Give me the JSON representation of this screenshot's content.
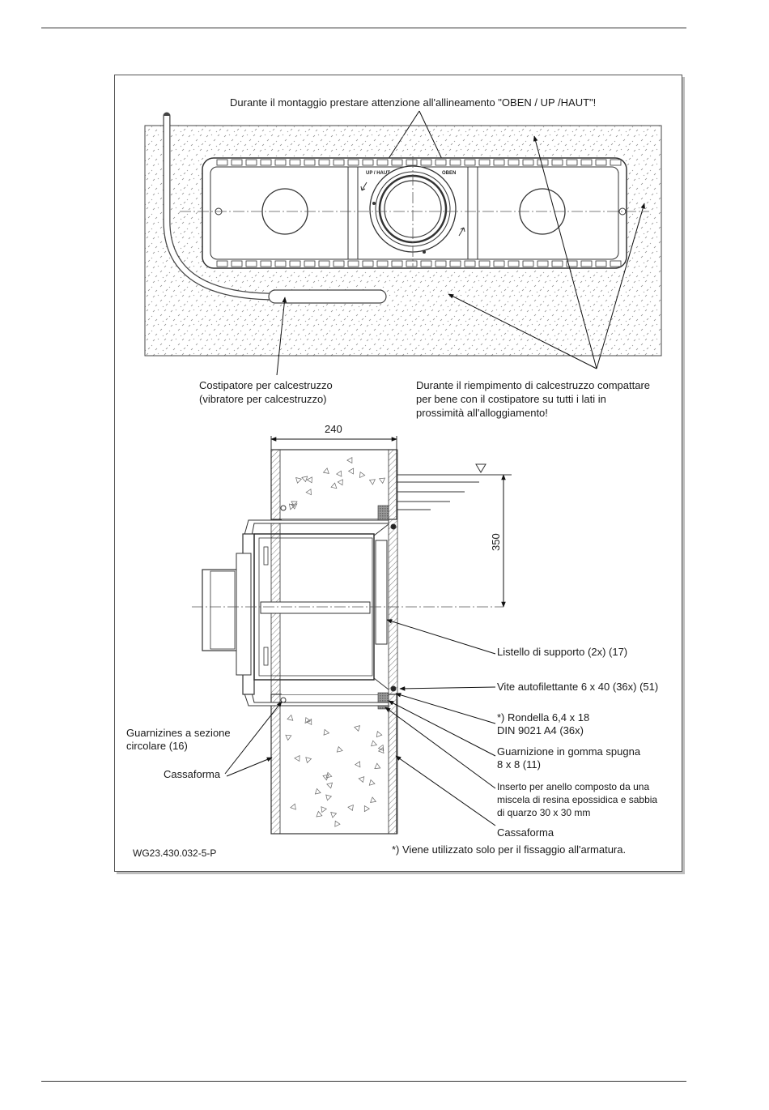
{
  "top_view": {
    "alignment_note": "Durante il montaggio prestare attenzione all'allineamento \"OBEN / UP /HAUT\"!",
    "mark_left": "UP / HAUT",
    "mark_right": "OBEN",
    "vibrator_label": [
      "Costipatore per calcestruzzo",
      "(vibratore per calcestruzzo)"
    ],
    "compaction_note": [
      "Durante il riempimento di calcestruzzo compattare",
      "per bene con il costipatore su tutti i lati in",
      "prossimità all'alloggiamento!"
    ]
  },
  "section_view": {
    "dim_width": "240",
    "dim_height": "350",
    "labels": {
      "support_strip": "Listello di supporto (2x) (17)",
      "screw": "Vite autofilettante 6 x 40 (36x) (51)",
      "washer": [
        "*) Rondella 6,4 x 18",
        "DIN 9021 A4 (36x)"
      ],
      "sponge_gasket": [
        "Guarnizione in gomma spugna",
        "8 x 8 (11)"
      ],
      "insert": [
        "Inserto per anello composto da una",
        "miscela di resina epossidica e sabbia",
        "di quarzo 30 x 30 mm"
      ],
      "formwork_right": "Cassaforma",
      "o_ring": [
        "Guarnizines a sezione",
        "circolare (16)"
      ],
      "formwork_left": "Cassaforma"
    }
  },
  "drawing_id": "WG23.430.032-5-P",
  "footnote": "*) Viene utilizzato solo per il fissaggio all'armatura."
}
